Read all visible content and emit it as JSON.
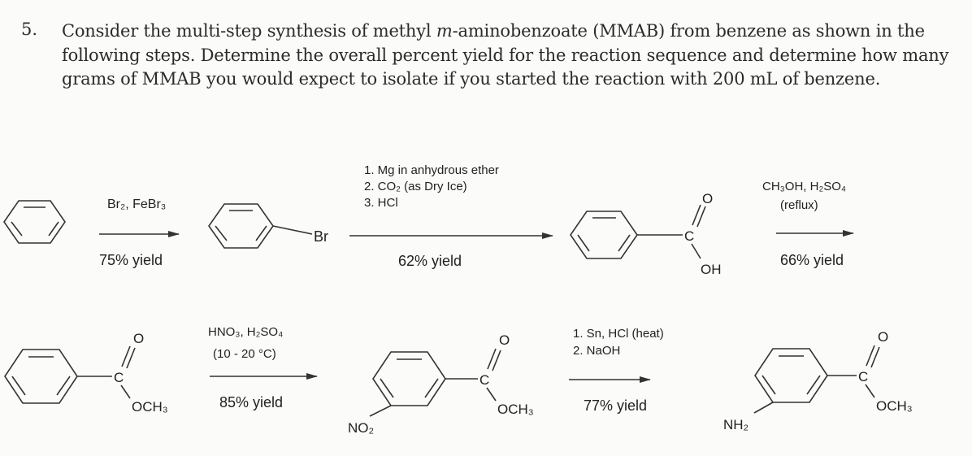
{
  "question": {
    "number": "5.",
    "text_before_italic": "Consider the multi-step synthesis of methyl ",
    "italic_prefix": "m",
    "text_after_italic": "-aminobenzoate (MMAB) from benzene as shown in the following steps. Determine the overall percent yield for the reaction sequence and determine how many grams of MMAB you would expect to isolate if you started the reaction with 200 mL of benzene."
  },
  "steps": [
    {
      "reagents": [
        "Br₂, FeBr₃"
      ],
      "yield": "75% yield"
    },
    {
      "reagents": [
        "1. Mg in anhydrous ether",
        "2. CO₂ (as Dry Ice)",
        "3. HCl"
      ],
      "yield": "62% yield"
    },
    {
      "reagents": [
        "CH₃OH, H₂SO₄",
        "(reflux)"
      ],
      "yield": "66% yield"
    },
    {
      "reagents": [
        "HNO₃, H₂SO₄",
        "(10 - 20 °C)"
      ],
      "yield": "85% yield"
    },
    {
      "reagents": [
        "1. Sn, HCl (heat)",
        "2. NaOH"
      ],
      "yield": "77% yield"
    }
  ],
  "atom_labels": {
    "br": "Br",
    "c": "C",
    "o": "O",
    "oh": "OH",
    "och3": "OCH₃",
    "no2": "NO₂",
    "nh2": "NH₂"
  }
}
